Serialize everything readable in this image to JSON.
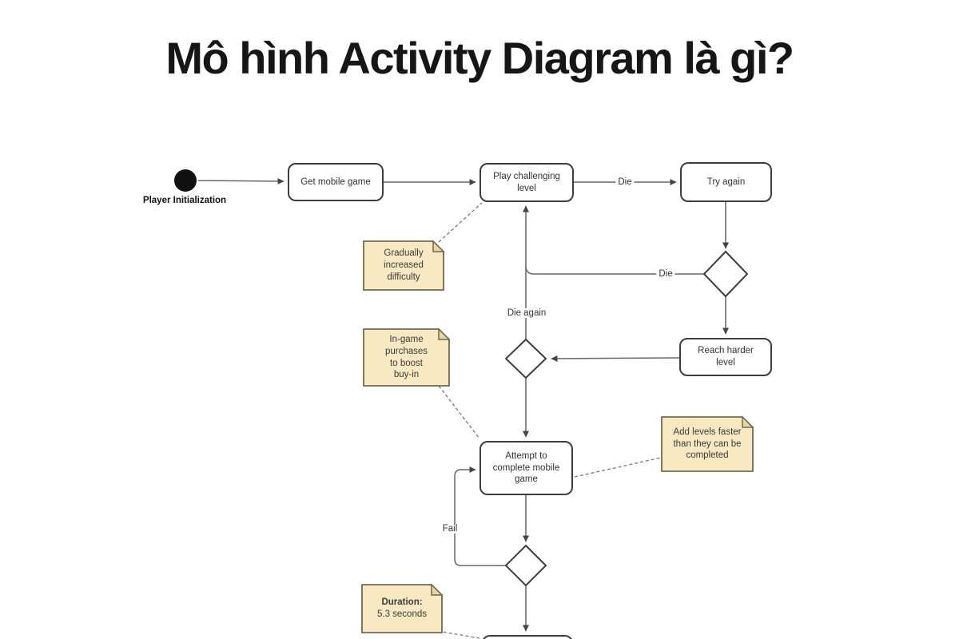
{
  "title": "Mô hình Activity Diagram là gì?",
  "diagram": {
    "start_label": "Player Initialization",
    "nodes": {
      "get_mobile_game": "Get mobile game",
      "play_challenging_level": "Play challenging\nlevel",
      "try_again": "Try again",
      "reach_harder_level": "Reach harder\nlevel",
      "attempt_complete": "Attempt to\ncomplete mobile\ngame"
    },
    "edge_labels": {
      "die_top": "Die",
      "die_mid": "Die",
      "die_again": "Die again",
      "fail": "Fail"
    },
    "notes": {
      "gradually": "Gradually\nincreased\ndifficulty",
      "in_game": "In-game\npurchases\nto boost\nbuy-in",
      "add_levels": "Add levels faster\nthan they can be\ncompleted",
      "duration_title": "Duration:",
      "duration_value": "5.3 seconds"
    },
    "colors": {
      "note_fill": "#f8e9c3",
      "note_fold": "#e8d5a0",
      "note_border": "#6e6a52",
      "box_border": "#3d3d3d",
      "line": "#666666",
      "text": "#2b2b2b",
      "start_node": "#111111"
    }
  }
}
